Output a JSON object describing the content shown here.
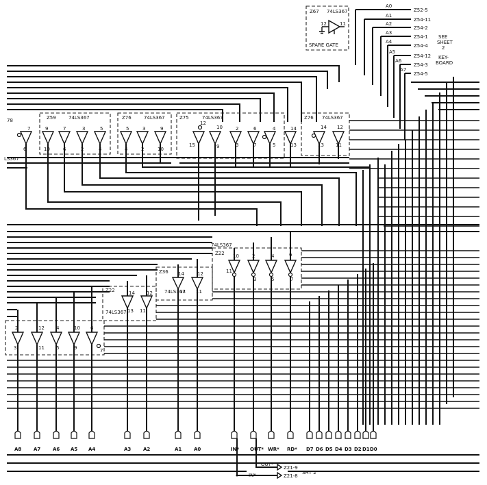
{
  "spare_gate": {
    "ref": "Z67",
    "part": "74LS367",
    "label": "SPARE GATE",
    "pin_in": "12",
    "pin_out": "11"
  },
  "address_taps": [
    {
      "signal": "A0",
      "dest": "Z52-5"
    },
    {
      "signal": "A1",
      "dest": "Z54-11"
    },
    {
      "signal": "A2",
      "dest": "Z54-2"
    },
    {
      "signal": "A3",
      "dest": "Z54-1"
    },
    {
      "signal": "A4",
      "dest": "Z54-4"
    },
    {
      "signal": "A5",
      "dest": "Z54-12"
    },
    {
      "signal": "A6",
      "dest": "Z54-3"
    },
    {
      "signal": "A7",
      "dest": "Z54-5"
    }
  ],
  "side_notes": [
    {
      "id": "see-sheet",
      "lines": [
        "SEE",
        "SHEET",
        "2"
      ]
    },
    {
      "id": "keyboard",
      "lines": [
        "KEY-",
        "BOARD"
      ]
    }
  ],
  "left_edge_labels": {
    "top": "78",
    "bottom": "LS367"
  },
  "chips_upper": [
    {
      "ref": "Z59",
      "part": "74LS367",
      "gates": [
        {
          "in": "7",
          "out": "6",
          "bubble": true
        },
        {
          "in": "9",
          "out": "10"
        },
        {
          "in": "7",
          "out": "6"
        },
        {
          "in": "3",
          "out": "2"
        },
        {
          "in": "5",
          "out": "4"
        }
      ]
    },
    {
      "ref": "Z76",
      "part": "74LS367",
      "gates": [
        {
          "in": "5",
          "out": "4"
        },
        {
          "in": "3",
          "out": "2"
        },
        {
          "in": "9",
          "out": "10"
        }
      ]
    },
    {
      "ref": "Z75",
      "part": "74LS367",
      "gates": [
        {
          "in": "12",
          "out": "15",
          "bubble": true
        },
        {
          "in": "10",
          "out": "9"
        },
        {
          "in": "2",
          "out": "3"
        },
        {
          "in": "6",
          "out": "7"
        },
        {
          "in": "4",
          "out": "5"
        },
        {
          "in": "14",
          "out": "13"
        }
      ]
    },
    {
      "ref": "Z76",
      "part": "74LS367",
      "gates": [
        {
          "in": "14",
          "out": "13",
          "bubble": true
        },
        {
          "in": "12",
          "out": "11"
        }
      ]
    }
  ],
  "chips_lower": [
    {
      "ref": "Z22",
      "part": "74LS367",
      "gates": [
        {
          "in": "10",
          "out": "11",
          "bubble": true
        },
        {
          "in": "2",
          "out": "3"
        },
        {
          "in": "4",
          "out": "5"
        },
        {
          "in": "6",
          "out": "7"
        }
      ]
    },
    {
      "ref": "Z36",
      "part": "74LS367",
      "gates": [
        {
          "in": "14",
          "out": "13"
        },
        {
          "in": "12",
          "out": "11"
        }
      ]
    },
    {
      "ref": "Z22",
      "part": "74LS367",
      "gates": [
        {
          "in": "14",
          "out": "13"
        },
        {
          "in": "12",
          "out": "11"
        }
      ]
    },
    {
      "ref": "",
      "part": "",
      "gates": [
        {
          "in": "2",
          "out": "3"
        },
        {
          "in": "12",
          "out": "11"
        },
        {
          "in": "4",
          "out": "5"
        },
        {
          "in": "10",
          "out": "9"
        },
        {
          "in": "6",
          "out": "7"
        }
      ]
    }
  ],
  "connectors": [
    "A8",
    "A7",
    "A6",
    "A5",
    "A4",
    "A3",
    "A2",
    "A1",
    "A0",
    "IN*",
    "OUT*",
    "WR*",
    "RD*",
    "D7",
    "D6",
    "D5",
    "D4",
    "D3",
    "D2",
    "D1",
    "D0"
  ],
  "bottom_outputs": [
    {
      "signal": "OUT*",
      "dest": "Z21-9"
    },
    {
      "signal": "IN*",
      "dest": "Z21-8"
    }
  ],
  "bottom_note": "SHT 2"
}
